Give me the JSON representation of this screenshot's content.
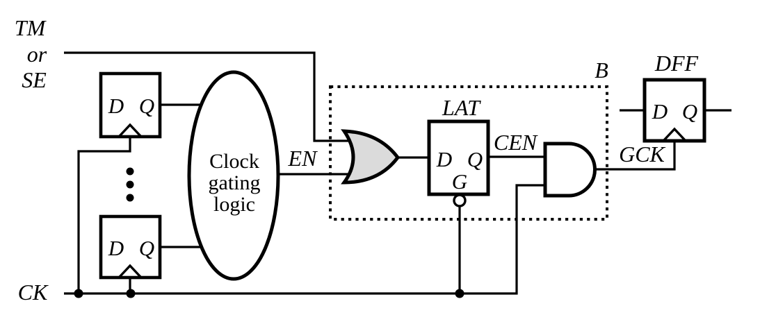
{
  "colors": {
    "ink": "#000000",
    "background": "#ffffff",
    "or_gate_fill": "#dbdbdb"
  },
  "signals": {
    "tm_or_se": [
      "TM",
      "or",
      "SE"
    ],
    "ck": "CK",
    "en": "EN",
    "cen": "CEN",
    "gck": "GCK"
  },
  "components": {
    "scan_ff_top": {
      "d": "D",
      "q": "Q"
    },
    "scan_ff_bottom": {
      "d": "D",
      "q": "Q"
    },
    "clock_gating_logic": [
      "Clock",
      "gating",
      "logic"
    ],
    "block_b_label": "B",
    "latch": {
      "label": "LAT",
      "d": "D",
      "q": "Q",
      "g": "G"
    },
    "output_ff": {
      "label": "DFF",
      "d": "D",
      "q": "Q"
    }
  }
}
